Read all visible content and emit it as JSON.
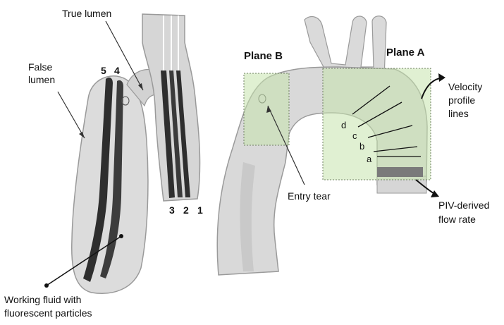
{
  "labels": {
    "true_lumen": "True lumen",
    "false_lumen_1": "False",
    "false_lumen_2": "lumen",
    "working_fluid_1": "Working fluid with",
    "working_fluid_2": "fluorescent particles",
    "plane_b": "Plane B",
    "plane_a": "Plane A",
    "velocity_1": "Velocity",
    "velocity_2": "profile",
    "velocity_3": "lines",
    "entry_tear": "Entry tear",
    "piv_1": "PIV-derived",
    "piv_2": "flow rate"
  },
  "numbers": {
    "n5": "5",
    "n4": "4",
    "n3": "3",
    "n2": "2",
    "n1": "1"
  },
  "profile_letters": {
    "d": "d",
    "c": "c",
    "b": "b",
    "a": "a"
  },
  "colors": {
    "vessel_fill": "#d9d9d9",
    "vessel_stroke": "#9a9a9a",
    "channel_dark": "#3a3a3a",
    "plane_fill": "#c6e3ad",
    "plane_stroke": "#6f7f63",
    "flow_band": "#7a7a7a"
  }
}
